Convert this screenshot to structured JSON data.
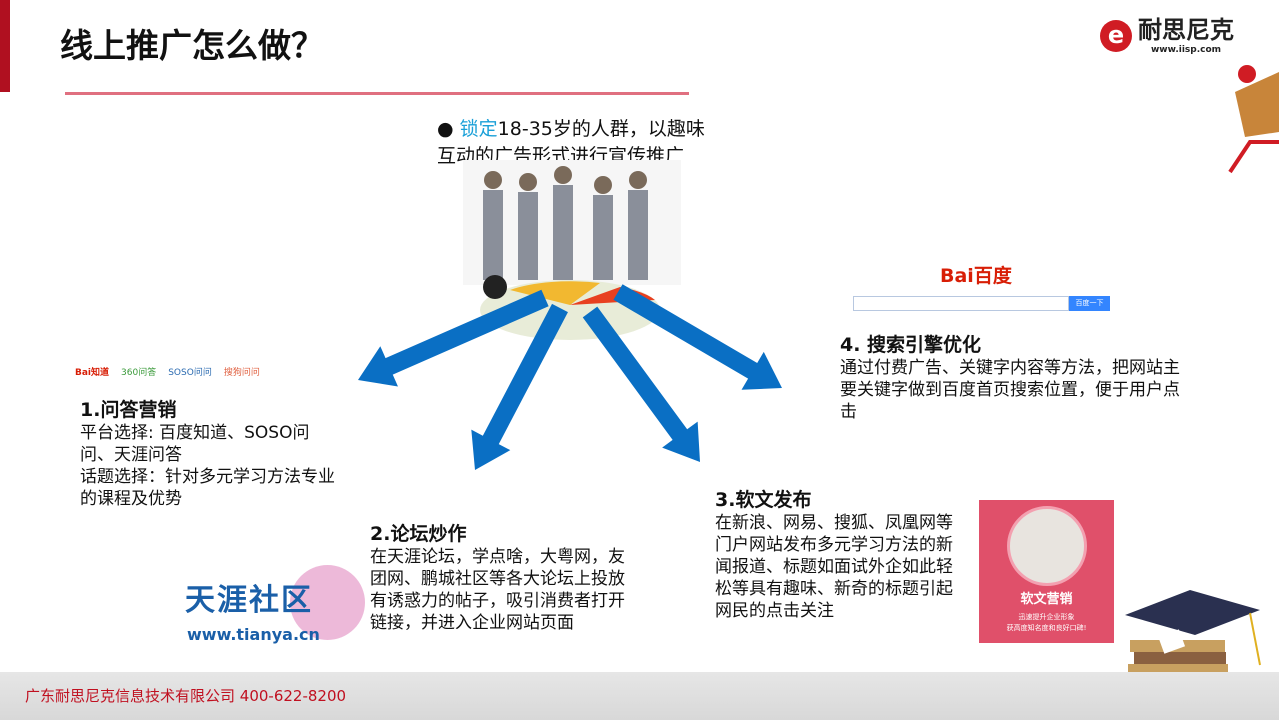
{
  "header": {
    "title": "线上推广怎么做？",
    "logo_name": "耐思尼克",
    "logo_url": "www.iisp.com",
    "logo_mark": "e"
  },
  "intro": {
    "bullet": "●",
    "highlight": "锁定",
    "text": "18-35岁的人群，以趣味互动的广告形式进行宣传推广"
  },
  "sections": [
    {
      "title": "1.问答营销",
      "lines": [
        "平台选择: 百度知道、SOSO问问、天涯问答",
        "话题选择：针对多元学习方法专业的课程及优势"
      ]
    },
    {
      "title": "2.论坛炒作",
      "lines": [
        "在天涯论坛，学点啥，大粤网，友团网、鹏城社区等各大论坛上投放有诱惑力的帖子，吸引消费者打开链接，并进入企业网站页面"
      ]
    },
    {
      "title": "3.软文发布",
      "lines": [
        "在新浪、网易、搜狐、凤凰网等门户网站发布多元学习方法的新闻报道、标题如面试外企如此轻松等具有趣味、新奇的标题引起网民的点击关注"
      ]
    },
    {
      "title": "4. 搜索引擎优化",
      "lines": [
        "通过付费广告、关键字内容等方法，把网站主要关键字做到百度首页搜索位置，便于用户点击"
      ]
    }
  ],
  "qa_logos": [
    "Bai知道",
    "360问答",
    "SOSO问问",
    "搜狗问问"
  ],
  "baidu": {
    "logo": "Bai百度",
    "button": "百度一下"
  },
  "tianya": {
    "name": "天涯社区",
    "url": "www.tianya.cn"
  },
  "card": {
    "title": "软文营销",
    "sub1": "迅速提升企业形象",
    "sub2": "获高度知名度和良好口碑!"
  },
  "footer": {
    "text": "广东耐思尼克信息技术有限公司  400-622-8200"
  },
  "colors": {
    "arrow": "#0a6fc4",
    "accent": "#d01c24",
    "highlight": "#1aa0d8"
  }
}
